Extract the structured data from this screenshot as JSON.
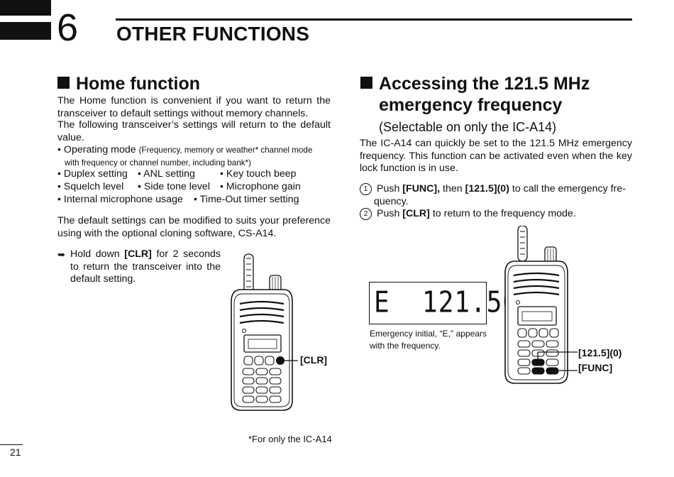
{
  "chapter": {
    "number": "6",
    "title": "OTHER FUNCTIONS"
  },
  "page_number": "21",
  "home": {
    "title": "Home function",
    "p1": "The Home function is convenient if you want to return the transceiver to default settings without memory channels.",
    "p2": "The following transceiver’s settings will return to the default value.",
    "bullet1_main": "• Operating mode",
    "bullet1_small": "(Frequency, memory or weather* channel mode",
    "bullet1_cont": "with frequency or channel number, including bank*)",
    "row2": [
      "• Duplex setting",
      "• ANL setting",
      "• Key touch beep"
    ],
    "row3": [
      "• Squelch level",
      "• Side tone level",
      "• Microphone gain"
    ],
    "row4": [
      "• Internal microphone usage",
      "• Time-Out timer setting"
    ],
    "p3": "The default settings can be modified to suits your preference using with the optional cloning software, CS-A14.",
    "instr_arrow": "➥",
    "instr_a": "Hold down",
    "instr_key": "[CLR]",
    "instr_b": "for 2 seconds to return the transceiver into the default setting.",
    "clr_label": "[CLR]"
  },
  "emergency": {
    "title_line1": "Accessing the 121.5 MHz",
    "title_line2": "emergency frequency",
    "subtitle": "(Selectable on only the IC-A14)",
    "p1": "The IC-A14 can quickly be set to the 121.5 MHz emergency frequency. This function can be activated even when the key lock function is in use.",
    "step1_num": "1",
    "step1_a": "Push",
    "step1_k1": "[FUNC],",
    "step1_b": "then",
    "step1_k2": "[121.5](0)",
    "step1_c": "to call the emergency fre-",
    "step1_cont": "quency.",
    "step2_num": "2",
    "step2_a": "Push",
    "step2_k": "[CLR]",
    "step2_b": "to return to the frequency mode.",
    "lcd_text": "E  121.500",
    "caption": "Emergency initial, “E,” appears with the frequency.",
    "label_1215": "[121.5](0)",
    "label_func": "[FUNC]"
  },
  "footnote": "*For only the IC-A14"
}
